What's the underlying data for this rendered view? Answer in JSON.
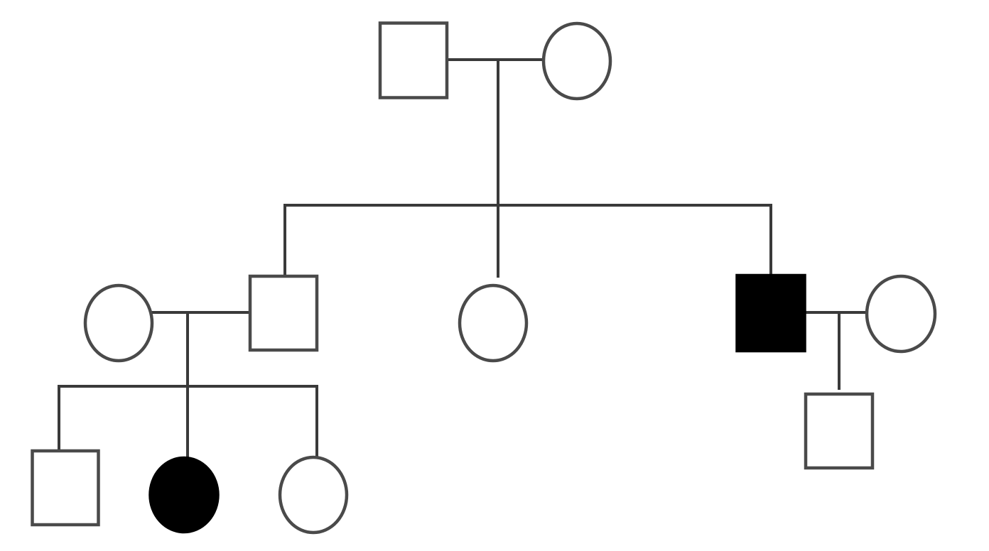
{
  "diagram": {
    "type": "pedigree",
    "colors": {
      "background": "#ffffff",
      "line": "#3a3a3a",
      "symbol_outline": "#4a4a4a",
      "affected_fill": "#000000",
      "unaffected_fill": "#ffffff"
    },
    "generations": [
      {
        "label": "generation-1",
        "individuals": [
          {
            "id": "g1-father",
            "sex": "male",
            "affected": false
          },
          {
            "id": "g1-mother",
            "sex": "female",
            "affected": false
          }
        ]
      },
      {
        "label": "generation-2",
        "individuals": [
          {
            "id": "g2-spouse-left",
            "sex": "female",
            "affected": false
          },
          {
            "id": "g2-son-left",
            "sex": "male",
            "affected": false
          },
          {
            "id": "g2-daughter-middle",
            "sex": "female",
            "affected": false
          },
          {
            "id": "g2-son-right",
            "sex": "male",
            "affected": true
          },
          {
            "id": "g2-spouse-right",
            "sex": "female",
            "affected": false
          }
        ]
      },
      {
        "label": "generation-3",
        "individuals": [
          {
            "id": "g3-son-left",
            "sex": "male",
            "affected": false
          },
          {
            "id": "g3-daughter-affected",
            "sex": "female",
            "affected": true
          },
          {
            "id": "g3-daughter-right",
            "sex": "female",
            "affected": false
          },
          {
            "id": "g3-son-far-right",
            "sex": "male",
            "affected": false
          }
        ]
      }
    ],
    "matings": [
      {
        "id": "g1-couple",
        "partners": [
          "g1-father",
          "g1-mother"
        ],
        "children": [
          "g2-son-left",
          "g2-daughter-middle",
          "g2-son-right"
        ]
      },
      {
        "id": "g2-left-couple",
        "partners": [
          "g2-spouse-left",
          "g2-son-left"
        ],
        "children": [
          "g3-son-left",
          "g3-daughter-affected",
          "g3-daughter-right"
        ]
      },
      {
        "id": "g2-right-couple",
        "partners": [
          "g2-son-right",
          "g2-spouse-right"
        ],
        "children": [
          "g3-son-far-right"
        ]
      }
    ]
  }
}
